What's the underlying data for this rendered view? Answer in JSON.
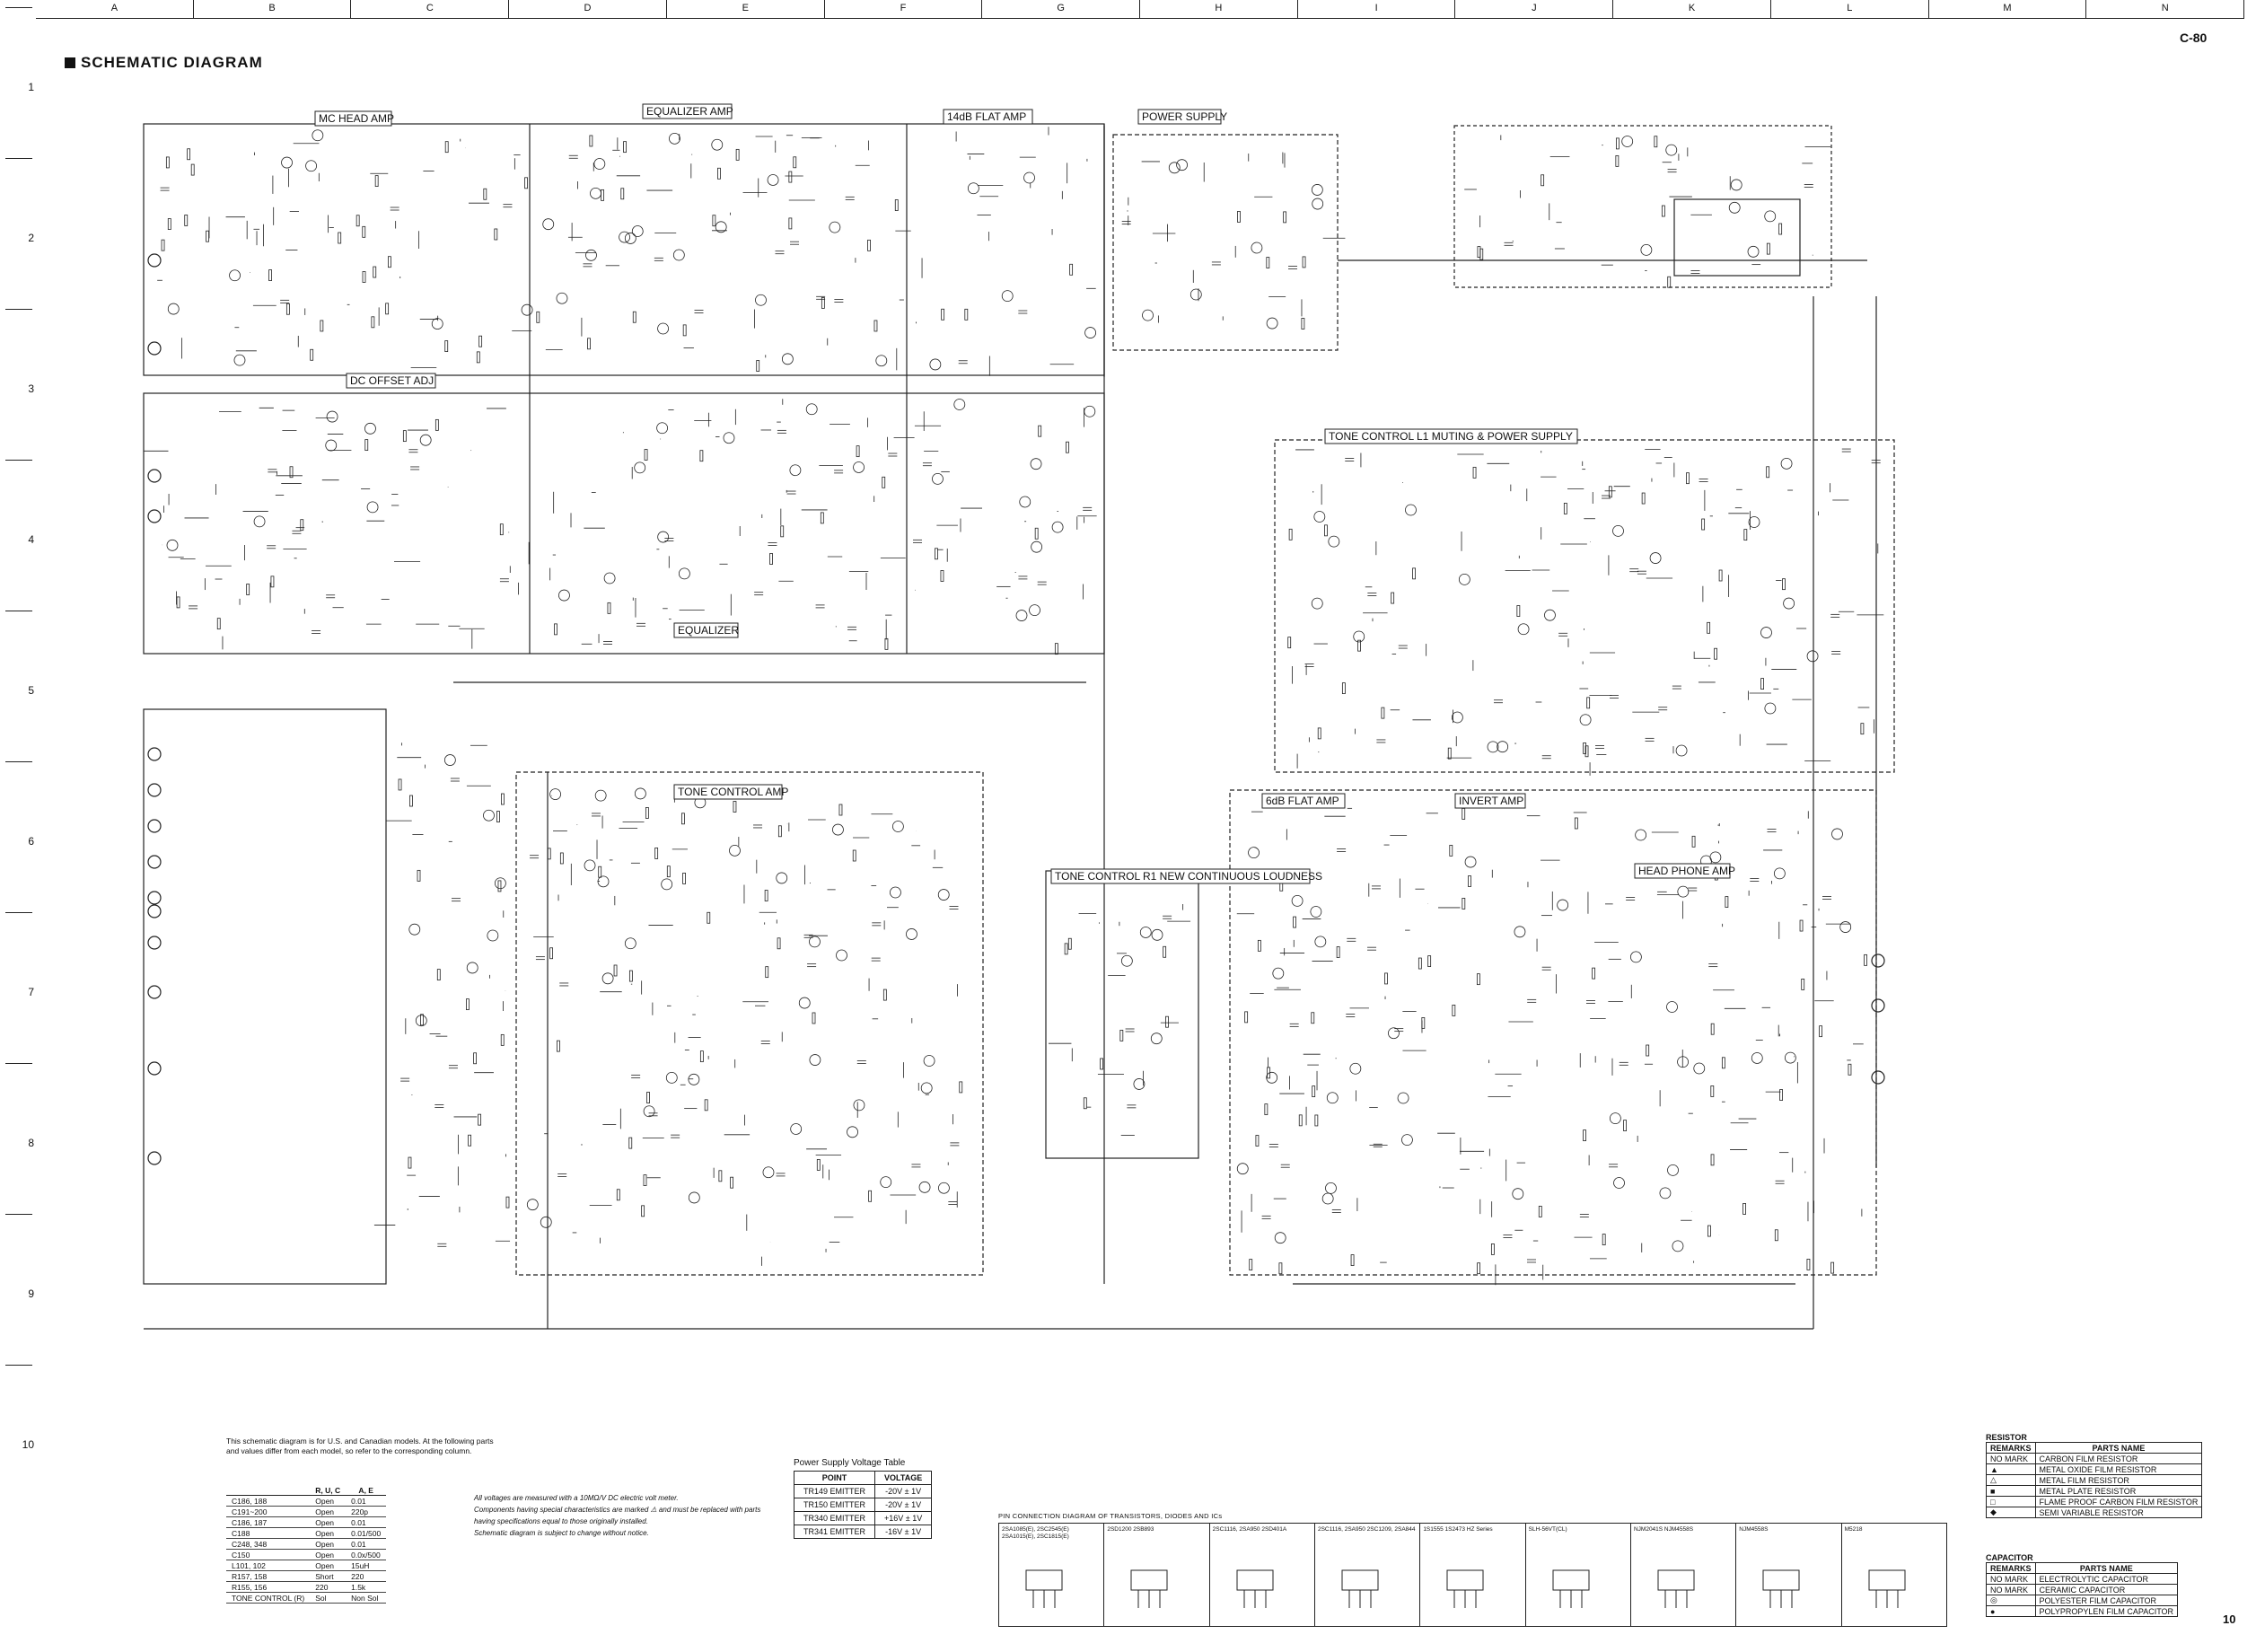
{
  "header": {
    "title": "SCHEMATIC DIAGRAM",
    "model": "C-80",
    "sheet_number": "10"
  },
  "grid": {
    "columns": [
      "A",
      "B",
      "C",
      "D",
      "E",
      "F",
      "G",
      "H",
      "I",
      "J",
      "K",
      "L",
      "M",
      "N"
    ],
    "rows": [
      "1",
      "2",
      "3",
      "4",
      "5",
      "6",
      "7",
      "8",
      "9",
      "10"
    ]
  },
  "blocks": [
    {
      "id": "mc-head-amp",
      "label": "MC HEAD AMP"
    },
    {
      "id": "equalizer-amp",
      "label": "EQUALIZER AMP"
    },
    {
      "id": "flat-amp-14db",
      "label": "14dB FLAT AMP"
    },
    {
      "id": "power-supply",
      "label": "POWER SUPPLY"
    },
    {
      "id": "dc-offset-adj",
      "label": "DC OFFSET ADJ"
    },
    {
      "id": "equalizer",
      "label": "EQUALIZER"
    },
    {
      "id": "tone-control-muting",
      "label": "TONE CONTROL L1   MUTING & POWER SUPPLY"
    },
    {
      "id": "tone-control-amp",
      "label": "TONE CONTROL AMP"
    },
    {
      "id": "tone-control-loudness",
      "label": "TONE CONTROL R1  NEW CONTINUOUS LOUDNESS"
    },
    {
      "id": "flat-amp-6db",
      "label": "6dB FLAT AMP"
    },
    {
      "id": "invert-amp",
      "label": "INVERT AMP"
    },
    {
      "id": "head-phone-amp",
      "label": "HEAD PHONE AMP"
    }
  ],
  "notes": {
    "intro": "This schematic diagram is for U.S. and Canadian models. At the following parts and values differ from each model, so refer to the corresponding column.",
    "parts_headers": [
      "",
      "R, U, C",
      "A, E"
    ],
    "parts_rows": [
      [
        "C186, 188",
        "Open",
        "0.01"
      ],
      [
        "C191~200",
        "Open",
        "220p"
      ],
      [
        "C186, 187",
        "Open",
        "0.01"
      ],
      [
        "C188",
        "Open",
        "0.01/500"
      ],
      [
        "C248, 348",
        "Open",
        "0.01"
      ],
      [
        "C150",
        "Open",
        "0.0x/500"
      ],
      [
        "L101, 102",
        "Open",
        "15uH"
      ],
      [
        "R157, 158",
        "Short",
        "220"
      ],
      [
        "R155, 156",
        "220",
        "1.5k"
      ],
      [
        "TONE CONTROL (R)",
        "Sol",
        "Non Sol"
      ]
    ],
    "footnotes": [
      "All voltages are measured with a 10MΩ/V DC electric volt meter.",
      "Components having special characteristics are marked ⚠ and must be replaced with parts having specifications equal to those originally installed.",
      "Schematic diagram is subject to change without notice."
    ]
  },
  "voltage_table": {
    "title": "Power Supply Voltage Table",
    "headers": [
      "POINT",
      "VOLTAGE"
    ],
    "rows": [
      [
        "TR149 EMITTER",
        "-20V ± 1V"
      ],
      [
        "TR150 EMITTER",
        "-20V ± 1V"
      ],
      [
        "TR340 EMITTER",
        "+16V ± 1V"
      ],
      [
        "TR341 EMITTER",
        "-16V ± 1V"
      ]
    ]
  },
  "pin_diagram": {
    "title": "PIN CONNECTION DIAGRAM OF TRANSISTORS, DIODES AND ICs",
    "cells": [
      "2SA1085(E), 2SC2545(E) 2SA1015(E), 2SC1815(E)",
      "2SD1200 2SB893",
      "2SC1116, 2SA950 2SD401A",
      "2SC1116, 2SA950 2SC1209, 2SA844",
      "1S1555 1S2473 HZ Series",
      "SLH-56VT(CL)",
      "NJM2041S NJM4558S",
      "NJM4558S",
      "M5218"
    ]
  },
  "resistor_legend": {
    "title": "RESISTOR",
    "headers": [
      "REMARKS",
      "PARTS NAME"
    ],
    "rows": [
      [
        "NO MARK",
        "CARBON FILM RESISTOR"
      ],
      [
        "▲",
        "METAL OXIDE FILM RESISTOR"
      ],
      [
        "△",
        "METAL FILM RESISTOR"
      ],
      [
        "■",
        "METAL PLATE RESISTOR"
      ],
      [
        "□",
        "FLAME PROOF CARBON FILM RESISTOR"
      ],
      [
        "◆",
        "SEMI VARIABLE RESISTOR"
      ]
    ]
  },
  "capacitor_legend": {
    "title": "CAPACITOR",
    "headers": [
      "REMARKS",
      "PARTS NAME"
    ],
    "rows": [
      [
        "NO MARK",
        "ELECTROLYTIC CAPACITOR"
      ],
      [
        "NO MARK",
        "CERAMIC CAPACITOR"
      ],
      [
        "◎",
        "POLYESTER FILM CAPACITOR"
      ],
      [
        "●",
        "POLYPROPYLEN FILM CAPACITOR"
      ]
    ]
  }
}
